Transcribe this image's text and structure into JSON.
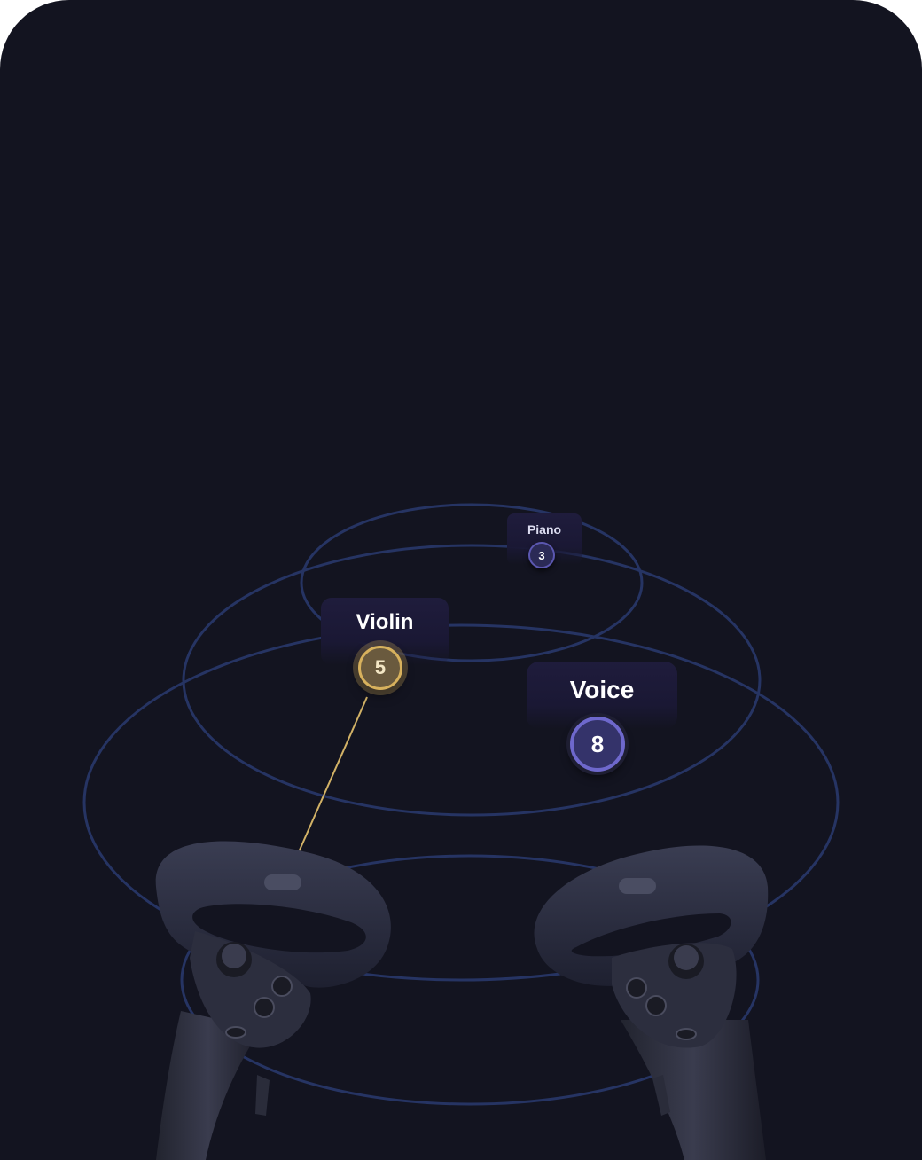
{
  "instruments": [
    {
      "label": "Piano",
      "count": "3"
    },
    {
      "label": "Violin",
      "count": "5"
    },
    {
      "label": "Voice",
      "count": "8"
    }
  ],
  "colors": {
    "background": "#131420",
    "ring": "#263463",
    "selected_accent": "#d7b15d",
    "badge_border": "#6e68cc",
    "tag_fill": "#1f1c3c",
    "controller": "#2a2c3c"
  },
  "selected_instrument": "Violin",
  "icons": [
    "left-vr-controller-icon",
    "right-vr-controller-icon",
    "pointer-ray"
  ]
}
